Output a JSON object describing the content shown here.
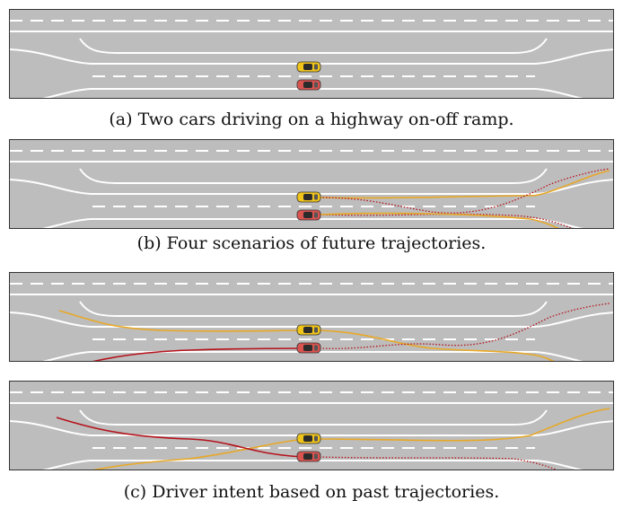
{
  "colors": {
    "road": "#bdbdbd",
    "marking": "#ffffff",
    "yellow_car": "#f0c419",
    "red_car": "#d9534f",
    "yellow_path": "#e8a825",
    "red_path": "#b5121b"
  },
  "captions": {
    "a": "(a) Two cars driving on a highway on-off ramp.",
    "b": "(b) Four scenarios of future trajectories.",
    "c": "(c) Driver intent based on past trajectories."
  },
  "panels": [
    {
      "id": "a",
      "trajectories": []
    },
    {
      "id": "b",
      "trajectories": [
        {
          "car": "yellow",
          "direction": "future",
          "style": "solid",
          "target": "right-lane-straight"
        },
        {
          "car": "yellow",
          "direction": "future",
          "style": "dotted",
          "target": "on-ramp-exit-up"
        },
        {
          "car": "red",
          "direction": "future",
          "style": "dotted",
          "target": "right-lane-straight"
        },
        {
          "car": "red",
          "direction": "future",
          "style": "solid",
          "target": "off-ramp-exit-down"
        }
      ]
    },
    {
      "id": "c1",
      "trajectories": [
        {
          "car": "yellow",
          "direction": "past",
          "style": "solid"
        },
        {
          "car": "red",
          "direction": "past",
          "style": "solid"
        },
        {
          "car": "yellow",
          "direction": "future",
          "style": "solid"
        },
        {
          "car": "red",
          "direction": "future",
          "style": "dotted"
        }
      ]
    },
    {
      "id": "c2",
      "trajectories": [
        {
          "car": "yellow",
          "direction": "past",
          "style": "solid"
        },
        {
          "car": "red",
          "direction": "past",
          "style": "solid"
        },
        {
          "car": "yellow",
          "direction": "future",
          "style": "solid"
        },
        {
          "car": "red",
          "direction": "future",
          "style": "dotted"
        }
      ]
    }
  ]
}
